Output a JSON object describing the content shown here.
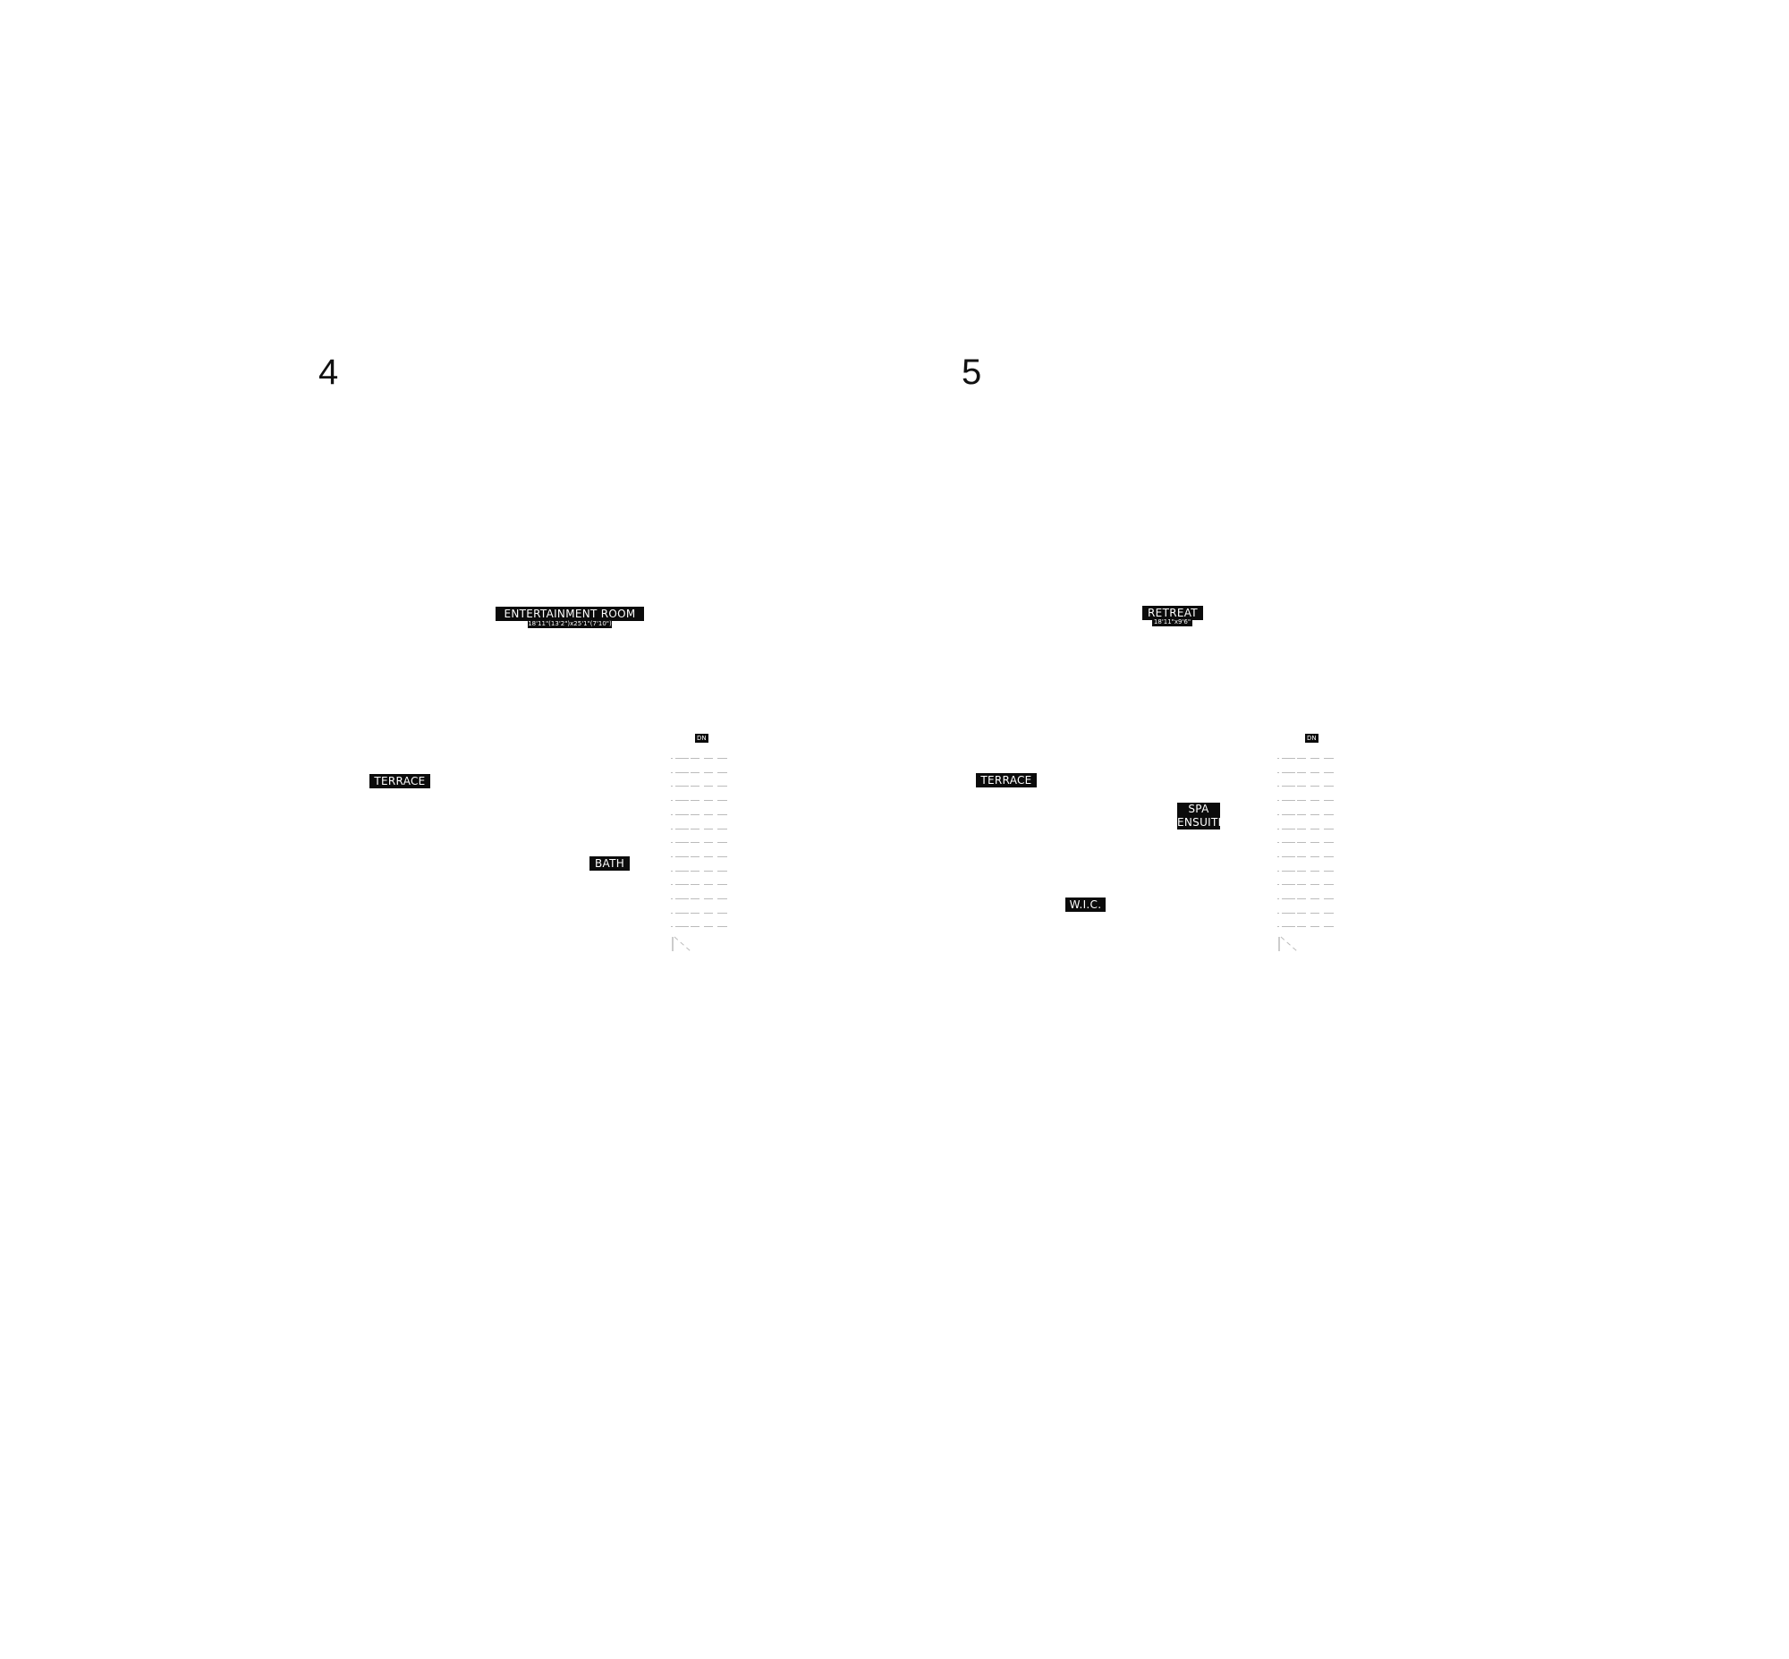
{
  "plans": [
    {
      "number": "4",
      "labels": {
        "entertainment": "ENTERTAINMENT ROOM",
        "entertainment_dims": "18'11\"(13'2\")x25'1\"(7'10\")",
        "terrace": "TERRACE",
        "bath": "BATH",
        "stair_dn": "DN"
      }
    },
    {
      "number": "5",
      "labels": {
        "retreat": "RETREAT",
        "retreat_dims": "18'11\"x9'6\"",
        "terrace": "TERRACE",
        "spa": "SPA",
        "ensuite": "ENSUITE",
        "wic": "W.I.C.",
        "stair_dn": "DN"
      }
    }
  ]
}
